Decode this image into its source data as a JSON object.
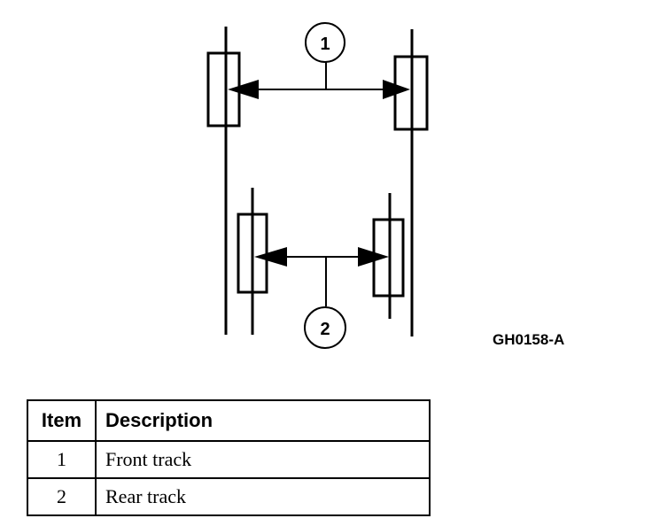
{
  "figure": {
    "callouts": [
      "1",
      "2"
    ],
    "code": "GH0158-A"
  },
  "legend": {
    "headers": {
      "item": "Item",
      "description": "Description"
    },
    "rows": [
      {
        "item": "1",
        "description": "Front track"
      },
      {
        "item": "2",
        "description": "Rear track"
      }
    ]
  }
}
